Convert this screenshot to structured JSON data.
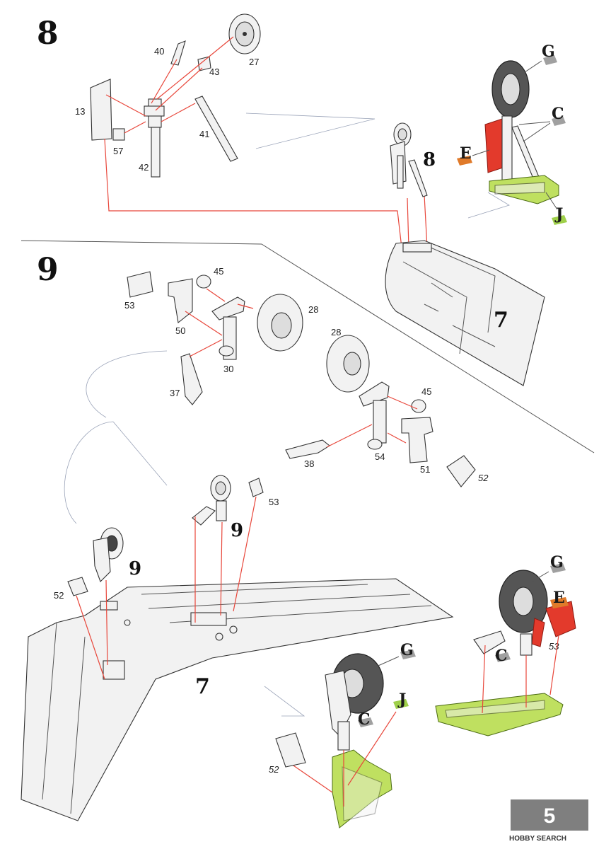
{
  "steps": {
    "step8": {
      "number": "8",
      "subassembly": "8",
      "fuselage": "7"
    },
    "step9": {
      "number": "9",
      "subassembly_a": "9",
      "subassembly_b": "9",
      "wing": "7"
    }
  },
  "parts": {
    "p27": "27",
    "p40": "40",
    "p43": "43",
    "p13": "13",
    "p57": "57",
    "p42": "42",
    "p41": "41",
    "p45a": "45",
    "p53a": "53",
    "p50": "50",
    "p28a": "28",
    "p30": "30",
    "p37": "37",
    "p28b": "28",
    "p45b": "45",
    "p38": "38",
    "p54": "54",
    "p51": "51",
    "p52a": "52",
    "p53b": "53",
    "p52b": "52",
    "p53c": "53",
    "p52c": "52"
  },
  "colors_callouts": {
    "g1": "G",
    "c1": "C",
    "e1": "E",
    "j1": "J",
    "g2": "G",
    "e2": "E",
    "c2": "C",
    "g3": "G",
    "j2": "J",
    "c3": "C"
  },
  "colors": {
    "red": "#e33a2c",
    "green": "#bfe060",
    "arrow": "#e8463a",
    "page_box": "#7f7f7f"
  },
  "footer": {
    "page": "5",
    "watermark": "HOBBY SEARCH"
  }
}
